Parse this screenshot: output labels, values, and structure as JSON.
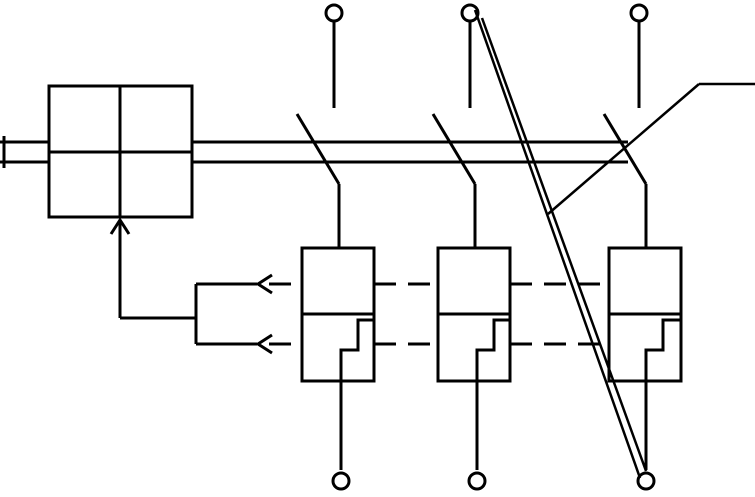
{
  "diagram": {
    "kind": "circuit-breaker-schematic",
    "poles": 3,
    "line_color": "#000000",
    "background": "#ffffff",
    "components": [
      "trip-unit",
      "operating-shaft",
      "pole-switch",
      "release-unit",
      "terminal",
      "leader-line"
    ]
  }
}
